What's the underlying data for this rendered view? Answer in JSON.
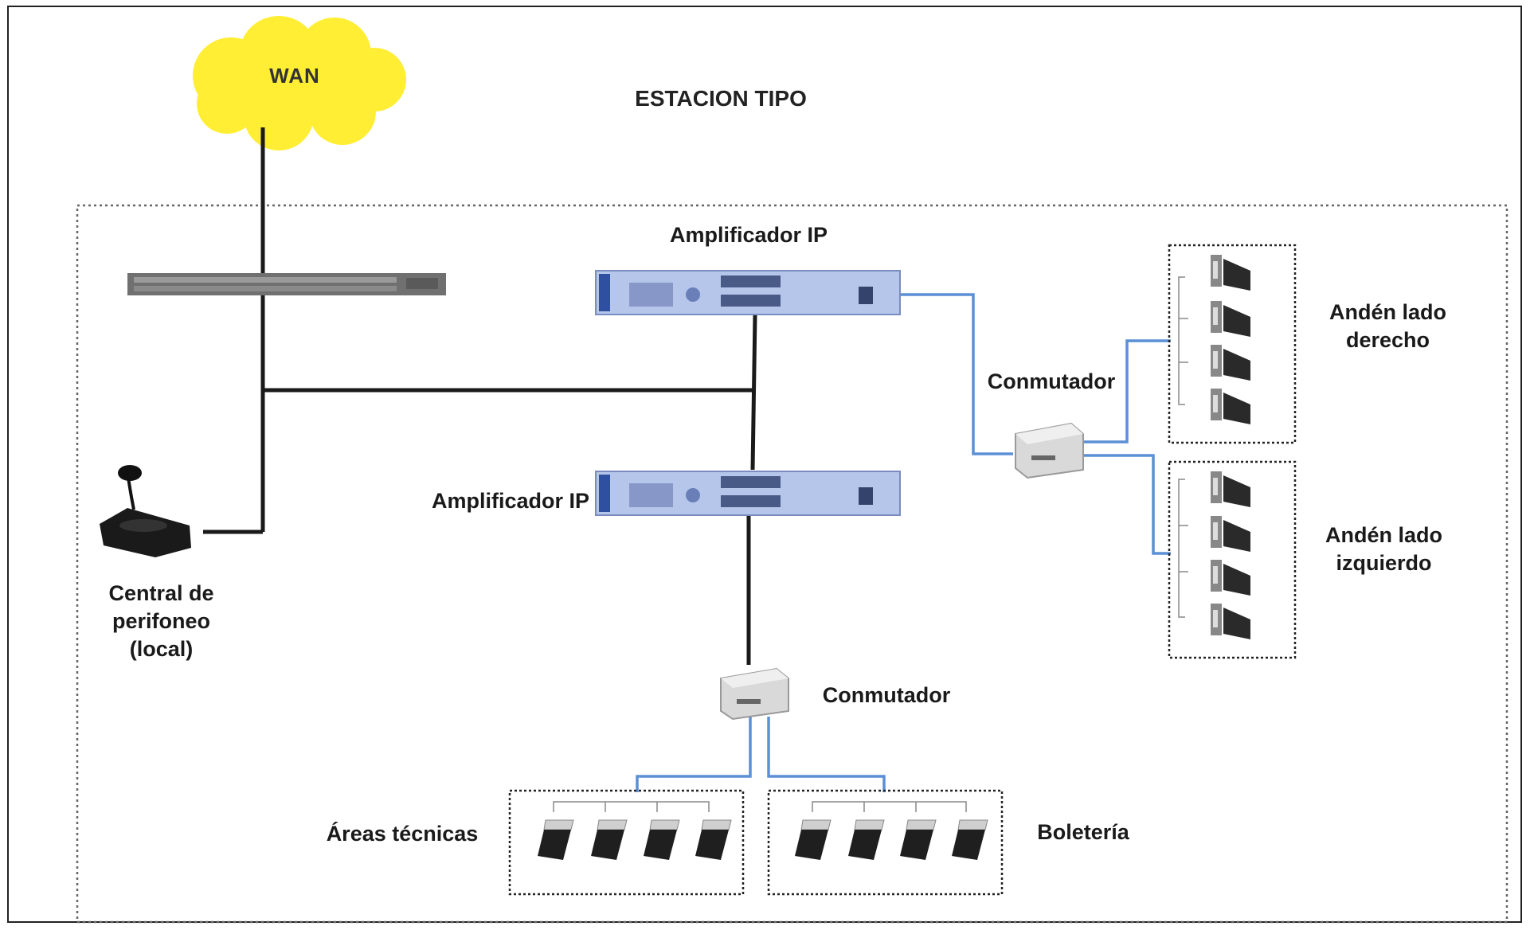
{
  "diagram": {
    "title": "ESTACION TIPO",
    "wan_label": "WAN",
    "amplifier_top_label": "Amplificador IP",
    "amplifier_mid_label": "Amplificador IP",
    "switch_right_label": "Conmutador",
    "switch_bottom_label": "Conmutador",
    "console_label_lines": [
      "Central de",
      "perifoneo",
      "(local)"
    ],
    "platform_right_label_lines": [
      "Andén lado",
      "derecho"
    ],
    "platform_left_label_lines": [
      "Andén lado",
      "izquierdo"
    ],
    "technical_areas_label": "Áreas técnicas",
    "ticket_office_label": "Boletería",
    "colors": {
      "cloud": "#ffee33",
      "network_line": "#1a1a1a",
      "audio_line": "#5b8fd6",
      "dotted_border": "#555555"
    }
  }
}
